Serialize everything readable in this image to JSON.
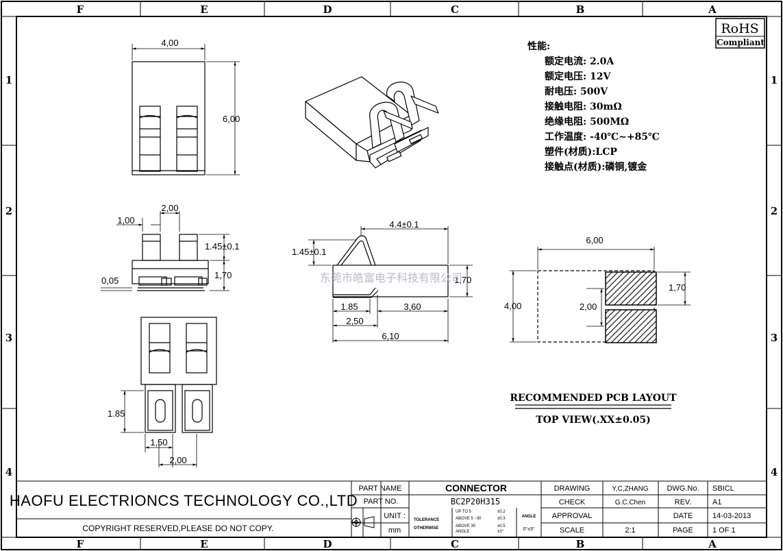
{
  "columns": [
    "F",
    "E",
    "D",
    "C",
    "B",
    "A"
  ],
  "rows": [
    "1",
    "2",
    "3",
    "4"
  ],
  "rohs": {
    "title": "RoHS",
    "sub": "Compliant"
  },
  "specs": {
    "heading": "性能:",
    "lines": [
      "额定电流: 2.0A",
      "额定电压: 12V",
      "耐电压: 500V",
      "接触电阻: 30mΩ",
      "绝缘电阻: 500MΩ",
      "工作温度: -40℃~+85℃",
      "塑件(材质):LCP",
      "接触点(材质):磷铜,镀金"
    ]
  },
  "dims": {
    "top_width": "4,00",
    "top_height": "6,00",
    "side_pitch": "2,00",
    "side_1": "1,00",
    "side_145": "1.45±0.1",
    "side_170": "1,70",
    "side_005": "0,05",
    "bottom_185": "1.85",
    "bottom_150": "1,50",
    "bottom_200": "2,00",
    "prof_44": "4.4±0.1",
    "prof_145": "1.45±0.1",
    "prof_170": "1,70",
    "prof_185": "1.85",
    "prof_360": "3,60",
    "prof_250": "2,50",
    "prof_610": "6,10",
    "pcb_600": "6,00",
    "pcb_400": "4,00",
    "pcb_170": "1,70",
    "pcb_200": "2,00"
  },
  "watermark": "东莞市皓富电子科技有限公司",
  "pcb_caption": {
    "title": "RECOMMENDED PCB LAYOUT",
    "view": "TOP VIEW(.XX±0.05)"
  },
  "title_block": {
    "company": "HAOFU ELECTRIONCS TECHNOLOGY CO.,LTD",
    "copyright": "COPYRIGHT RESERVED,PLEASE DO NOT COPY.",
    "part_name_label": "PART NAME",
    "part_name": "CONNECTOR",
    "part_no_label": "PART NO.",
    "part_no": "BC2P20H315",
    "unit_label": "UNIT :",
    "unit": "mm",
    "tolerance_1": "TOLERANCE",
    "tolerance_2": "OTHERWISE",
    "tol_r1": "UP TO 5",
    "tol_r2": "ABOVE 5 ~30",
    "tol_r3": "ABOVE 30",
    "tol_r4": "ANGLE",
    "tol_v1": "±0.2",
    "tol_v2": "±0.3",
    "tol_v3": "±0.5",
    "tol_v4": "±3°",
    "angle_label": "ANGLE",
    "angle_value": "0°±3°",
    "drawing_label": "DRAWING",
    "drawing_by": "Y,C,ZHANG",
    "check_label": "CHECK",
    "check_by": "G.C.Chen",
    "approval_label": "APPROVAL",
    "scale_label": "SCALE",
    "scale": "2:1",
    "dwg_label": "DWG.No.",
    "dwg_no": "SBICL",
    "rev_label": "REV.",
    "rev": "A1",
    "date_label": "DATE",
    "date": "14-03-2013",
    "page_label": "PAGE",
    "page": "1 OF 1"
  }
}
